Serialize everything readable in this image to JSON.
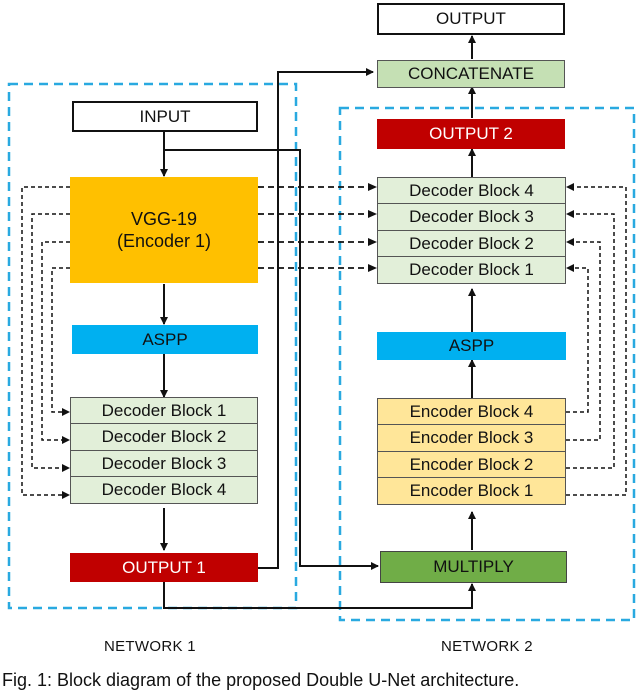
{
  "network1": {
    "label": "NETWORK 1",
    "input": "INPUT",
    "encoder_line1": "VGG-19",
    "encoder_line2": "(Encoder 1)",
    "aspp": "ASPP",
    "decoder_blocks": [
      "Decoder Block 1",
      "Decoder Block 2",
      "Decoder Block 3",
      "Decoder Block 4"
    ],
    "output": "OUTPUT 1"
  },
  "network2": {
    "label": "NETWORK 2",
    "multiply": "MULTIPLY",
    "encoder_blocks": [
      "Encoder Block 4",
      "Encoder Block 3",
      "Encoder Block 2",
      "Encoder Block 1"
    ],
    "aspp": "ASPP",
    "decoder_blocks": [
      "Decoder Block 4",
      "Decoder Block 3",
      "Decoder Block 2",
      "Decoder Block 1"
    ],
    "output": "OUTPUT 2"
  },
  "concatenate": "CONCATENATE",
  "final_output": "OUTPUT",
  "caption": "Fig. 1: Block diagram of the proposed Double U-Net architecture.",
  "colors": {
    "network_border": "#29a9e0",
    "red": "#c00000",
    "blue": "#00b0f0",
    "orange": "#ffc000",
    "light_green": "#e2efd9",
    "light_yellow": "#ffe699",
    "green": "#70ad47"
  }
}
